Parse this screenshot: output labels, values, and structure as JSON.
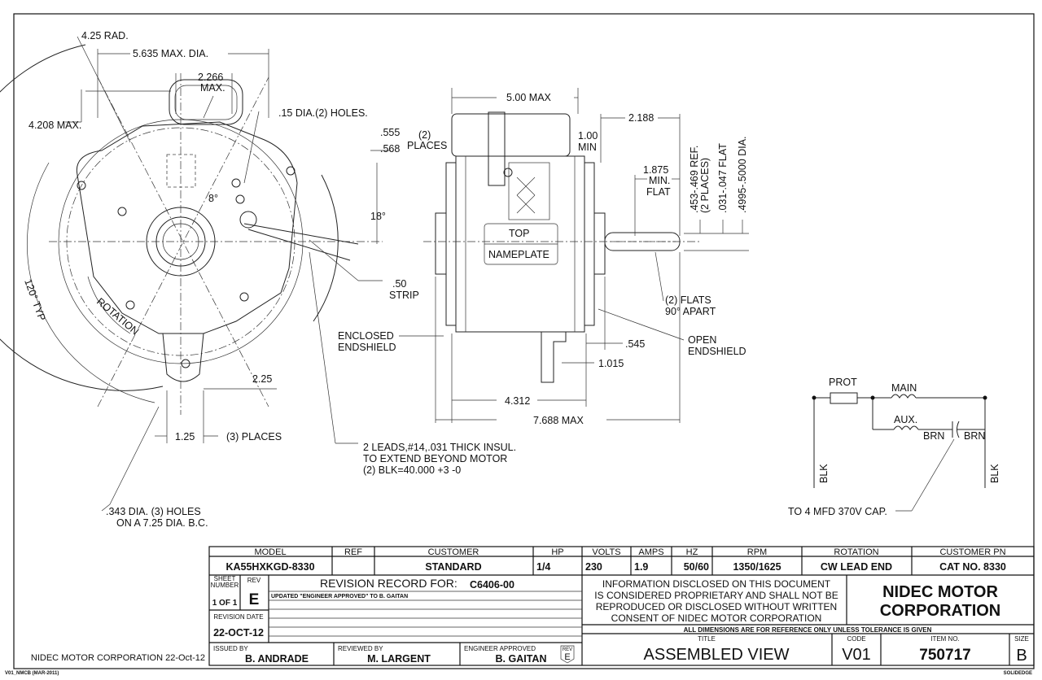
{
  "end_view": {
    "rad": "4.25 RAD.",
    "max_dia": "5.635 MAX. DIA.",
    "dim_2266": "2.266",
    "max": "MAX.",
    "holes_15": ".15 DIA.(2) HOLES.",
    "dim_4208": "4.208 MAX.",
    "angle_8": "8°",
    "angle_18": "18°",
    "dim_555": ".555",
    "dim_568": ".568",
    "places_2": "(2)",
    "places_word": "PLACES",
    "typ_120": "120° TYP",
    "rotation": "ROTATION",
    "strip_50": ".50",
    "strip": "STRIP",
    "dim_225": "2.25",
    "dim_125": "1.25",
    "places_3": "(3) PLACES",
    "leads_1": "2 LEADS,#14,.031 THICK INSUL.",
    "leads_2": "TO EXTEND BEYOND MOTOR",
    "leads_3": "(2) BLK=40.000 +3 -0",
    "holes_343_1": ".343 DIA. (3) HOLES",
    "holes_343_2": "ON A 7.25 DIA. B.C."
  },
  "side_view": {
    "max_500": "5.00 MAX",
    "min_100": "1.00",
    "min": "MIN",
    "dim_2188": "2.188",
    "dim_1875": "1.875",
    "min_dot": "MIN.",
    "flat": "FLAT",
    "ref_453": ".453-.469 REF.",
    "ref_places": "(2 PLACES)",
    "flat_031": ".031-.047 FLAT",
    "dia_4995": ".4995-.5000 DIA.",
    "top": "TOP",
    "nameplate": "NAMEPLATE",
    "flats_1": "(2) FLATS",
    "flats_2": "90° APART",
    "enclosed_1": "ENCLOSED",
    "enclosed_2": "ENDSHIELD",
    "open_1": "OPEN",
    "open_2": "ENDSHIELD",
    "dim_545": ".545",
    "dim_1015": "1.015",
    "dim_4312": "4.312",
    "dim_7688": "7.688 MAX"
  },
  "schematic": {
    "prot": "PROT",
    "main": "MAIN",
    "aux": "AUX.",
    "brn1": "BRN",
    "brn2": "BRN",
    "blk_left": "BLK",
    "blk_right": "BLK",
    "cap": "TO 4 MFD 370V CAP."
  },
  "title_block": {
    "headers": {
      "model": "MODEL",
      "ref": "REF",
      "customer": "CUSTOMER",
      "hp": "HP",
      "volts": "VOLTS",
      "amps": "AMPS",
      "hz": "HZ",
      "rpm": "RPM",
      "rotation": "ROTATION",
      "customer_pn": "CUSTOMER PN"
    },
    "values": {
      "model": "KA55HXKGD-8330",
      "ref": "",
      "customer": "STANDARD",
      "hp": "1/4",
      "volts": "230",
      "amps": "1.9",
      "hz": "50/60",
      "rpm": "1350/1625",
      "rotation": "CW LEAD END",
      "customer_pn": "CAT NO. 8330"
    },
    "sheet_label_1": "SHEET",
    "sheet_label_2": "NUMBER",
    "sheet": "1 OF 1",
    "rev_label": "REV",
    "rev": "E",
    "revision_record_label": "REVISION RECORD FOR:",
    "revision_record_for": "C6406-00",
    "revision_note": "UPDATED \"ENGINEER APPROVED\" TO B. GAITAN",
    "revision_date_label": "REVISION DATE",
    "revision_date": "22-OCT-12",
    "issued_by_label": "ISSUED BY",
    "issued_by": "B. ANDRADE",
    "reviewed_by_label": "REVIEWED BY",
    "reviewed_by": "M. LARGENT",
    "engineer_label": "ENGINEER APPROVED",
    "engineer": "B. GAITAN",
    "rev_badge_label": "REV",
    "rev_badge": "E",
    "disclaimer": [
      "INFORMATION DISCLOSED ON THIS DOCUMENT",
      "IS CONSIDERED PROPRIETARY AND SHALL NOT BE",
      "REPRODUCED OR DISCLOSED WITHOUT WRITTEN",
      "CONSENT OF NIDEC MOTOR CORPORATION"
    ],
    "company_1": "NIDEC MOTOR",
    "company_2": "CORPORATION",
    "dimensions_note": "ALL DIMENSIONS ARE FOR REFERENCE ONLY UNLESS TOLERANCE IS GIVEN",
    "title_label": "TITLE",
    "title": "ASSEMBLED VIEW",
    "code_label": "CODE",
    "code": "V01",
    "item_label": "ITEM NO.",
    "item": "750717",
    "size_label": "SIZE",
    "size": "B",
    "solidedge": "SOLIDEDGE"
  },
  "footer": {
    "company_date": "NIDEC MOTOR CORPORATION 22-Oct-12",
    "form": "V01_NMCB (MAR-2011)"
  }
}
